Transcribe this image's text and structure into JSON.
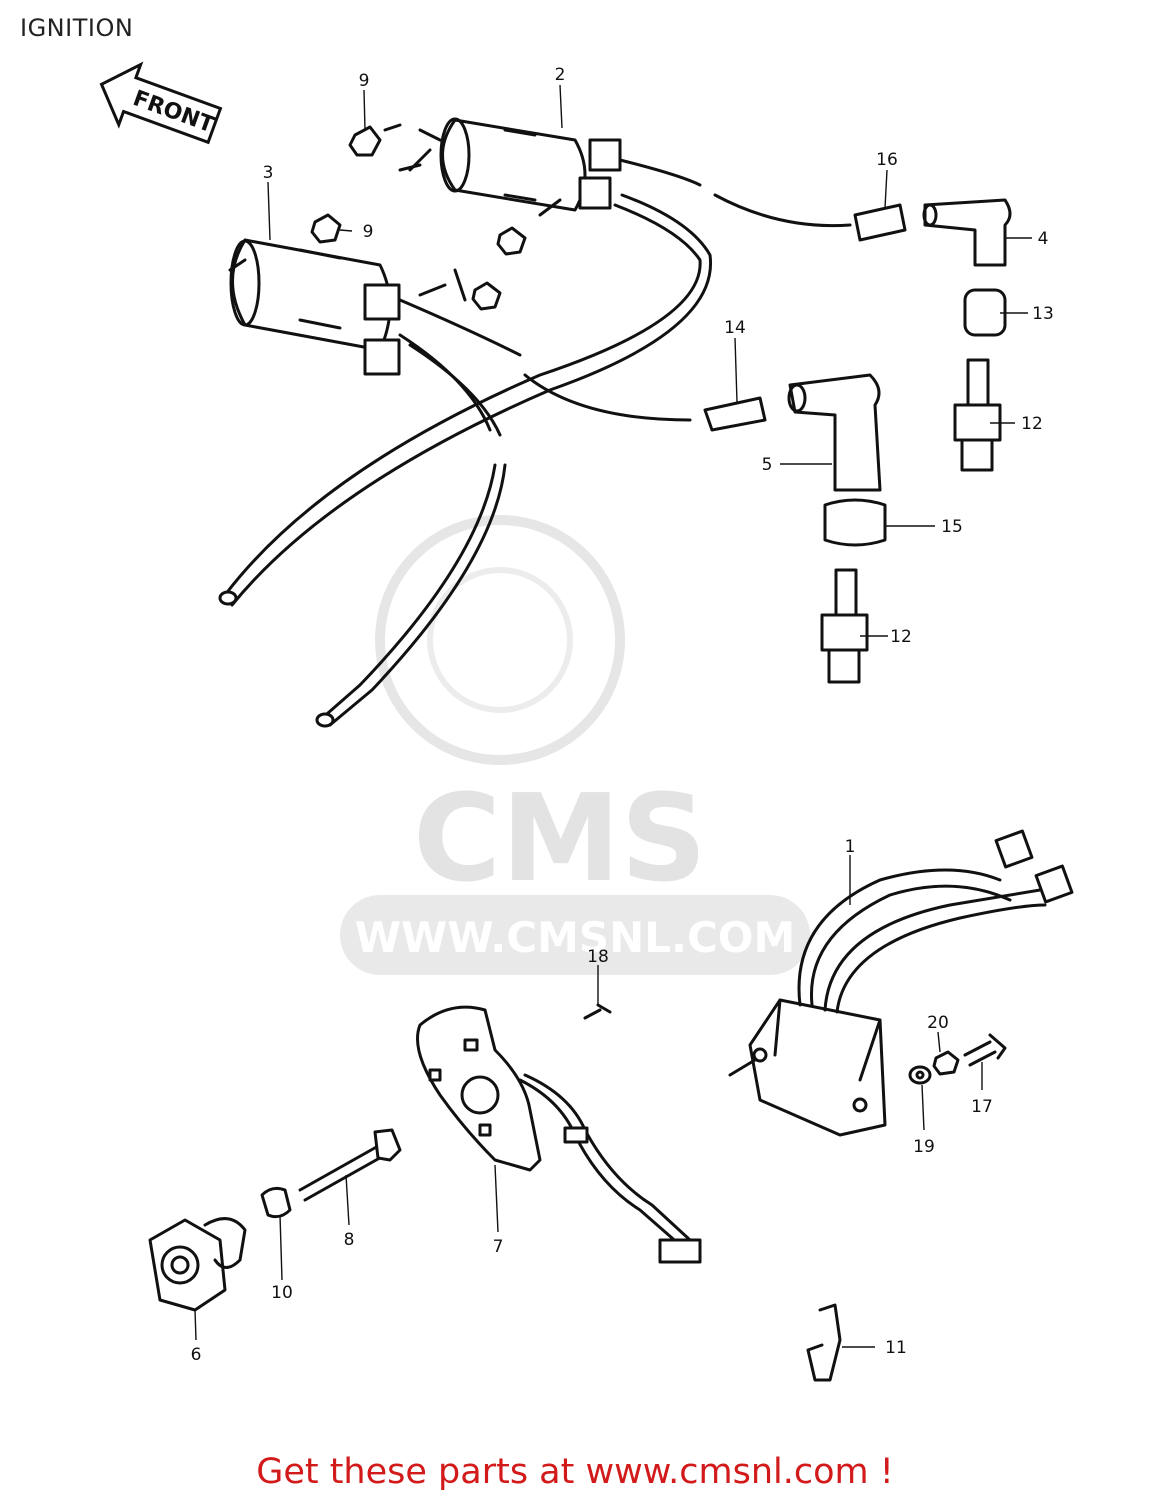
{
  "header": {
    "title": "IGNITION"
  },
  "diagram": {
    "front_arrow_label": "FRONT",
    "watermark": {
      "brand": "CMS",
      "url": "WWW.CMSNL.COM"
    },
    "callouts": [
      {
        "id": "c1",
        "label": "1"
      },
      {
        "id": "c2",
        "label": "2"
      },
      {
        "id": "c3",
        "label": "3"
      },
      {
        "id": "c4",
        "label": "4"
      },
      {
        "id": "c5",
        "label": "5"
      },
      {
        "id": "c6",
        "label": "6"
      },
      {
        "id": "c7",
        "label": "7"
      },
      {
        "id": "c8",
        "label": "8"
      },
      {
        "id": "c9a",
        "label": "9"
      },
      {
        "id": "c9b",
        "label": "9"
      },
      {
        "id": "c10",
        "label": "10"
      },
      {
        "id": "c11",
        "label": "11"
      },
      {
        "id": "c12a",
        "label": "12"
      },
      {
        "id": "c12b",
        "label": "12"
      },
      {
        "id": "c13",
        "label": "13"
      },
      {
        "id": "c14",
        "label": "14"
      },
      {
        "id": "c15",
        "label": "15"
      },
      {
        "id": "c16",
        "label": "16"
      },
      {
        "id": "c17",
        "label": "17"
      },
      {
        "id": "c18",
        "label": "18"
      },
      {
        "id": "c19",
        "label": "19"
      },
      {
        "id": "c20",
        "label": "20"
      }
    ]
  },
  "footer": {
    "text": "Get these parts at www.cmsnl.com !"
  },
  "colors": {
    "line": "#111111",
    "footer_text": "#d21a1a",
    "watermark": "#e3e3e3"
  }
}
